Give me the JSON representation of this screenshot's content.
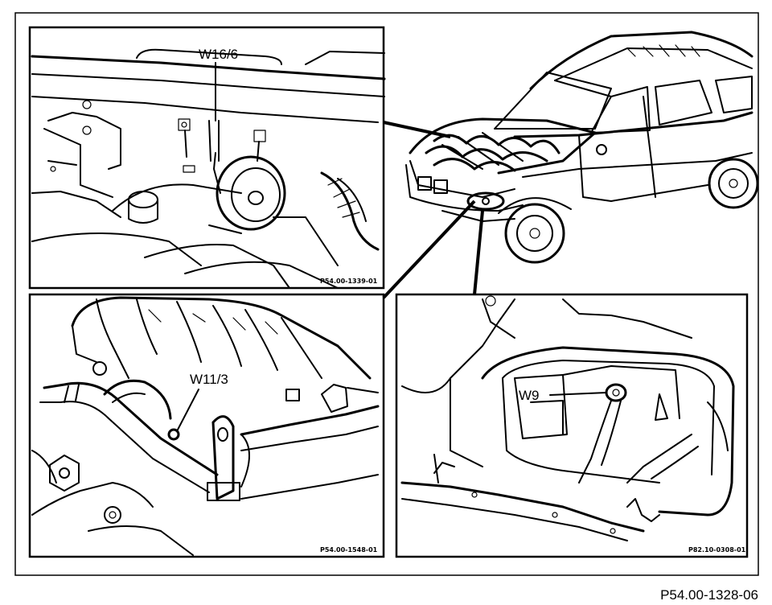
{
  "reference_number": "P54.00-1328-06",
  "panels": {
    "top_left": {
      "label": "W16/6",
      "code": "P54.00-1339-01",
      "part": "horn"
    },
    "bottom_left": {
      "label": "W11/3",
      "code": "P54.00-1548-01",
      "part": "intake-manifold"
    },
    "bottom_right": {
      "label": "W9",
      "code": "P82.10-0308-01",
      "part": "headlamp-housing"
    },
    "top_right": {
      "subject": "vehicle"
    }
  }
}
